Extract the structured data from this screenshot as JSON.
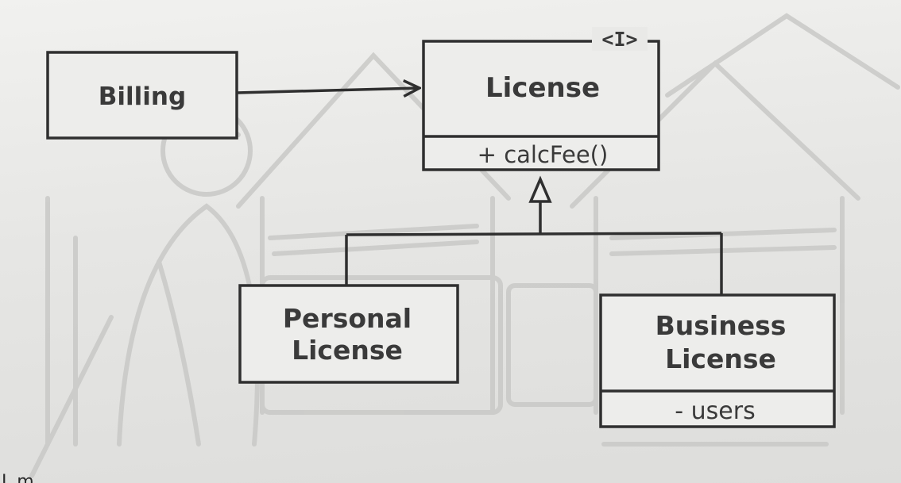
{
  "diagram": {
    "classes": {
      "billing": {
        "name": "Billing"
      },
      "license": {
        "name": "License",
        "stereotype": "<I>",
        "operation": "+ calcFee()"
      },
      "personal_license": {
        "name_line1": "Personal",
        "name_line2": "License"
      },
      "business_license": {
        "name_line1": "Business",
        "name_line2": "License",
        "attribute": "- users"
      }
    },
    "relationships": [
      {
        "from": "Billing",
        "to": "License",
        "type": "association"
      },
      {
        "from": "Personal License",
        "to": "License",
        "type": "realization"
      },
      {
        "from": "Business License",
        "to": "License",
        "type": "realization"
      }
    ]
  },
  "footer": {
    "cut_off_text": "L m"
  },
  "colors": {
    "ink": "#2f2f2f",
    "paper": "#e9e9e7",
    "faint_art": "#c9c9c7"
  }
}
